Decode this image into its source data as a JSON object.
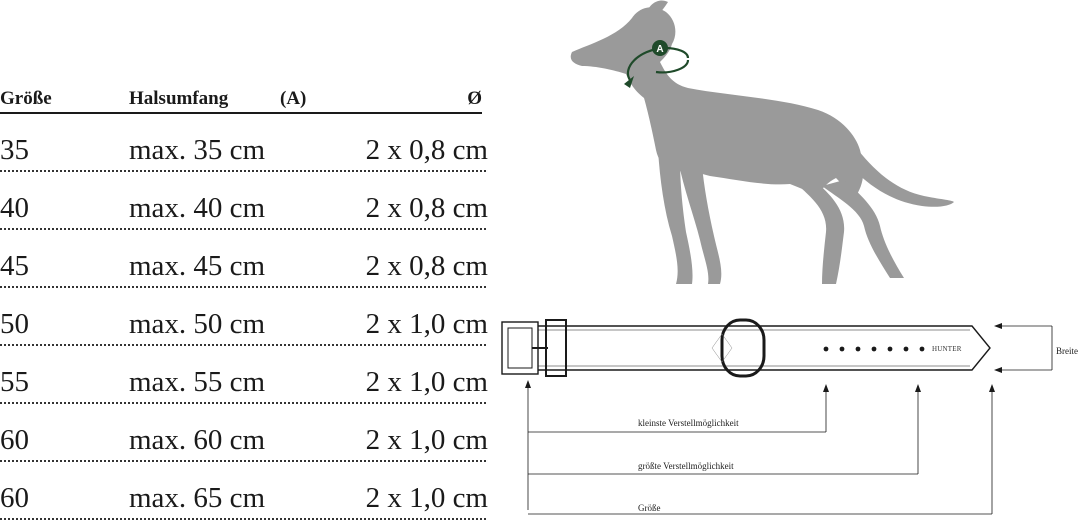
{
  "table": {
    "headers": {
      "size": "Größe",
      "neck": "Halsumfang",
      "marker": "(A)",
      "diameter": "Ø"
    },
    "rows": [
      {
        "size": "35",
        "neck": "max. 35 cm",
        "diameter": "2 x 0,8 cm"
      },
      {
        "size": "40",
        "neck": "max. 40 cm",
        "diameter": "2 x 0,8 cm"
      },
      {
        "size": "45",
        "neck": "max. 45 cm",
        "diameter": "2 x 0,8 cm"
      },
      {
        "size": "50",
        "neck": "max. 50 cm",
        "diameter": "2 x 1,0 cm"
      },
      {
        "size": "55",
        "neck": "max. 55 cm",
        "diameter": "2 x 1,0 cm"
      },
      {
        "size": "60",
        "neck": "max. 60 cm",
        "diameter": "2 x 1,0 cm"
      },
      {
        "size": "60",
        "neck": "max. 65 cm",
        "diameter": "2 x 1,0 cm"
      }
    ]
  },
  "dog": {
    "marker_label": "A",
    "marker_color": "#1f4a2a",
    "body_color": "#9a9a9a"
  },
  "collar": {
    "brand": "HUNTER",
    "labels": {
      "width": "Breite",
      "smallest": "kleinste Verstellmöglichkeit",
      "largest": "größte Verstellmöglichkeit",
      "size": "Größe"
    }
  }
}
